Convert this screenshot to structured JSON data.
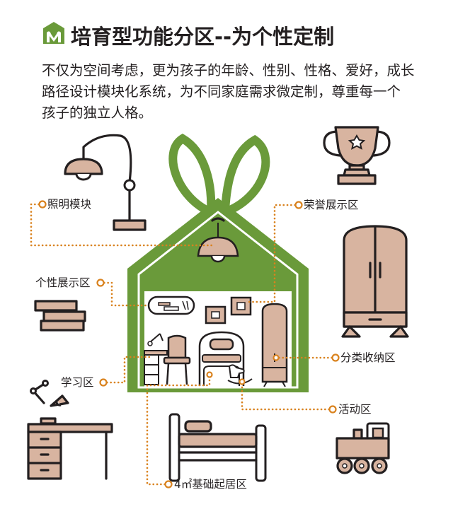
{
  "header": {
    "title": "培育型功能分区--为个性定制",
    "logo_icon": "leaf-house-logo-icon"
  },
  "intro": {
    "lines": [
      "不仅为空间考虑，更为孩子的年龄、性别、性格、爱好，成长",
      "路径设计模块化系统，为不同家庭需求微定制，尊重每一个",
      "孩子的独立人格。"
    ]
  },
  "zones": {
    "lighting": "照明模块",
    "trophy": "荣誉展示区",
    "personal": "个性展示区",
    "storage": "分类收纳区",
    "study": "学习区",
    "activity": "活动区",
    "bed": "4㎡基础起居区"
  },
  "icons": {
    "lighting": "floor-lamp-icon",
    "trophy": "trophy-icon",
    "personal": "stacked-books-icon",
    "storage": "wardrobe-icon",
    "study": "desk-lamp-icon",
    "activity": "toy-train-icon",
    "bed": "bed-icon",
    "house": "green-house-room-icon"
  },
  "colors": {
    "green": "#6a9a3a",
    "tan": "#d8b4a0",
    "outline": "#231f20",
    "dots": "#d9821e"
  }
}
